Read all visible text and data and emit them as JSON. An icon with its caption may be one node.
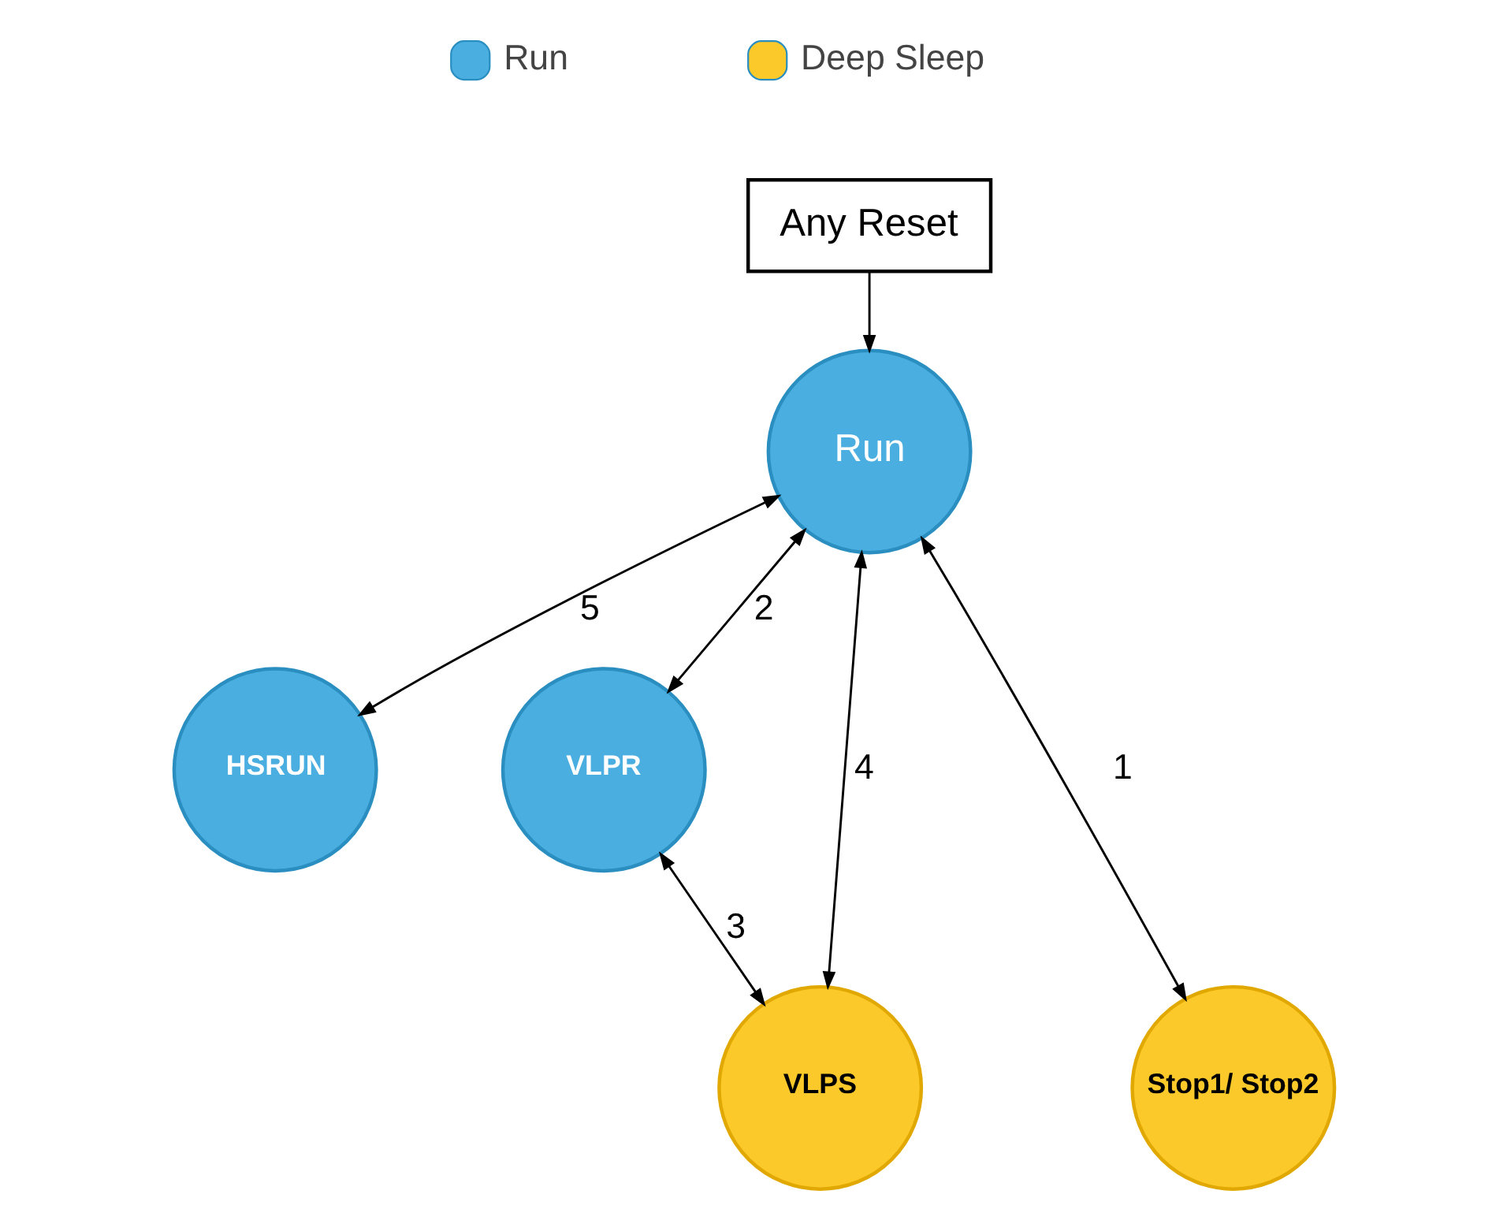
{
  "diagram": {
    "nodes": [
      {
        "text": [
          "Any Reset"
        ]
      },
      {
        "text": [
          "HSRUN"
        ]
      },
      {
        "text": [
          "VLPR"
        ]
      },
      {
        "text": [
          "Run"
        ]
      },
      {
        "text": [
          "Stop1/ Stop2"
        ]
      },
      {
        "text": [
          "VLPS"
        ]
      }
    ],
    "edges": [
      {
        "from": 0,
        "to": 3,
        "arrow": "to"
      },
      {
        "from": 1,
        "to": 3,
        "arrow": "both",
        "label": "5"
      },
      {
        "from": 3,
        "to": 2,
        "arrow": "both",
        "label": "2"
      },
      {
        "from": 2,
        "to": 5,
        "arrow": "both",
        "label": "3"
      },
      {
        "from": 4,
        "to": 3,
        "arrow": "both",
        "label": "1"
      },
      {
        "from": 3,
        "to": 5,
        "arrow": "both",
        "label": "4"
      }
    ],
    "legend": [
      {
        "text": "Run",
        "color": "#4aaee0"
      },
      {
        "text": "Deep Sleep",
        "color": "#fcc92a"
      }
    ]
  }
}
